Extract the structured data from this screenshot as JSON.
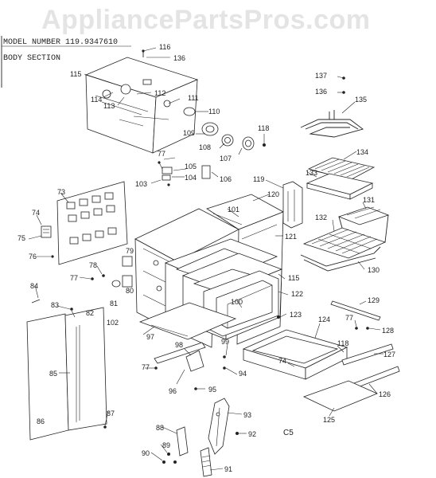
{
  "watermark": "AppliancePartsPros.com",
  "header": {
    "model": "MODEL NUMBER 119.9347610",
    "section": "BODY SECTION"
  },
  "page_code": "C5",
  "callouts": [
    "116",
    "136",
    "115",
    "114",
    "113",
    "112",
    "111",
    "110",
    "109",
    "108",
    "107",
    "118",
    "137",
    "136",
    "135",
    "134",
    "133",
    "132",
    "131",
    "130",
    "77",
    "105",
    "104",
    "103",
    "106",
    "119",
    "120",
    "121",
    "101",
    "115",
    "122",
    "100",
    "74",
    "73",
    "75",
    "76",
    "78",
    "79",
    "77",
    "80",
    "81",
    "84",
    "83",
    "82",
    "102",
    "85",
    "86",
    "87",
    "97",
    "98",
    "77",
    "96",
    "95",
    "99",
    "94",
    "123",
    "124",
    "74",
    "118",
    "129",
    "77",
    "128",
    "127",
    "126",
    "125",
    "93",
    "88",
    "89",
    "90",
    "92",
    "91"
  ]
}
